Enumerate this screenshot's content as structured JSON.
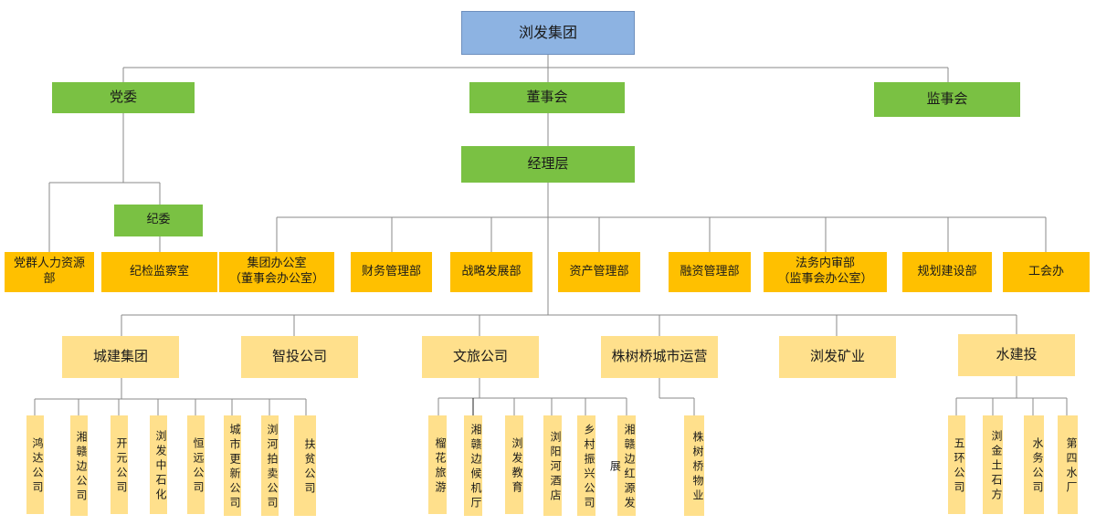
{
  "diagram": {
    "root": "浏发集团",
    "level1": {
      "party": "党委",
      "board": "董事会",
      "supervisory": "监事会"
    },
    "discipline": "纪委",
    "management": "经理层",
    "departments": [
      "党群人力资源部",
      "纪检监察室",
      "集团办公室\n（董事会办公室）",
      "财务管理部",
      "战略发展部",
      "资产管理部",
      "融资管理部",
      "法务内审部\n（监事会办公室）",
      "规划建设部",
      "工会办"
    ],
    "groups": [
      {
        "name": "城建集团",
        "subs": [
          "鸿达公司",
          "湘赣边公司",
          "开元公司",
          "浏发中石化",
          "恒远公司",
          "城市更新公司",
          "浏河拍卖公司",
          "扶贫公司"
        ]
      },
      {
        "name": "智投公司",
        "subs": []
      },
      {
        "name": "文旅公司",
        "subs": [
          "榴花旅游",
          "湘赣边候机厅",
          "浏发教育",
          "浏阳河酒店",
          "乡村振兴公司",
          "湘赣边红源发展"
        ]
      },
      {
        "name": "株树桥城市运营",
        "subs": [
          "株树桥物业"
        ]
      },
      {
        "name": "浏发矿业",
        "subs": []
      },
      {
        "name": "水建投",
        "subs": [
          "五环公司",
          "浏金土石方",
          "水务公司",
          "第四水厂"
        ]
      }
    ]
  },
  "colors": {
    "root": "#8db3e2",
    "governance": "#7ac143",
    "department": "#ffc000",
    "subsidiary": "#ffe08c",
    "connector": "#8a8a8a"
  }
}
